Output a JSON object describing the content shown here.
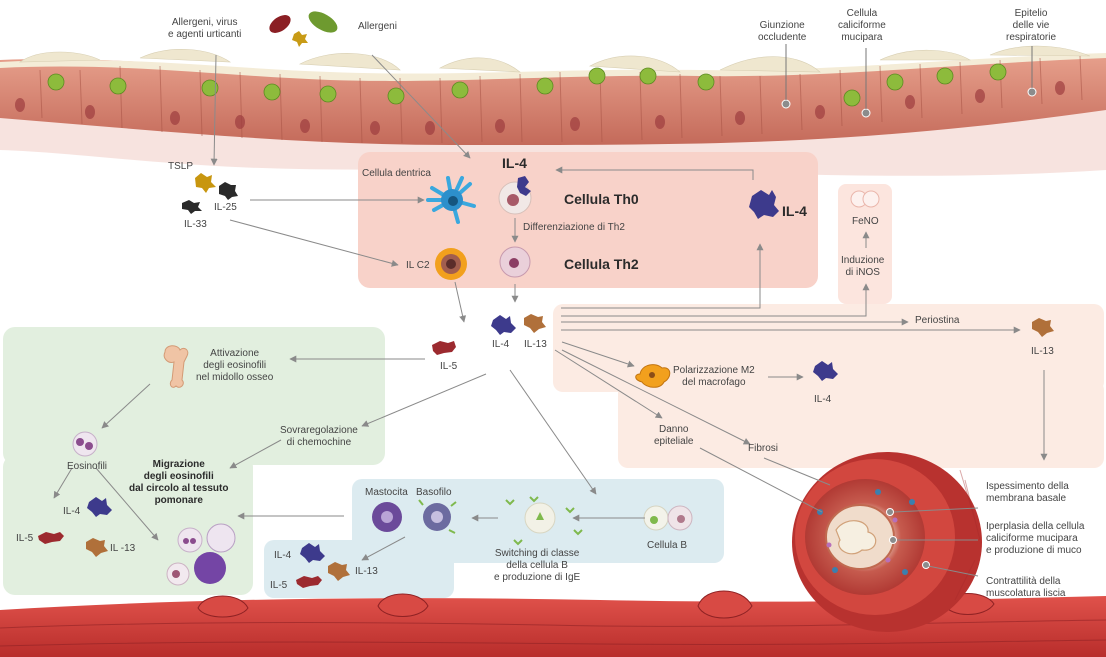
{
  "labels": {
    "allergens_irritants": "Allergeni, virus\ne agenti urticanti",
    "allergens": "Allergeni",
    "tight_junction": "Giunzione\noccludente",
    "goblet_cell": "Cellula\ncaliciforme\nmucipara",
    "airway_epithelium": "Epitelio\ndelle vie\nrespiratorie",
    "tslp": "TSLP",
    "il25": "IL-25",
    "il33": "IL-33",
    "dendritic_cell": "Cellula dentrica",
    "il4_top": "IL-4",
    "th0": "Cellula Th0",
    "th2_diff": "Differenziazione di Th2",
    "th2": "Cellula Th2",
    "il4_right": "IL-4",
    "ilc2": "IL C2",
    "feno": "FeNO",
    "inos": "Induzione\ndi iNOS",
    "periostin": "Periostina",
    "il13_right": "IL-13",
    "il4_center": "IL-4",
    "il13_center": "IL-13",
    "il5_center": "IL-5",
    "m2": "Polarizzazione M2\ndel macrofago",
    "il4_m2": "IL-4",
    "epithelial_damage": "Danno\nepiteliale",
    "fibrosis": "Fibrosi",
    "eos_activation": "Attivazione\ndegli eosinofili\nnel midollo osseo",
    "chemokine": "Sovraregolazione\ndi chemochine",
    "eosinophils": "Eosinofili",
    "migration": "Migrazione\ndegli eosinofili\ndal circolo al tessuto\npomonare",
    "il4_eos": "IL-4",
    "il5_eos": "IL-5",
    "il13_eos": "IL -13",
    "mast_cell": "Mastocita",
    "basophil": "Basofilo",
    "bcell_switch": "Switching di classe\ndella cellula B\ne produzione di IgE",
    "bcell": "Cellula B",
    "il4_mast": "IL-4",
    "il13_mast": "IL-13",
    "il5_mast": "IL-5",
    "basement_membrane": "Ispessimento della\nmembrana basale",
    "goblet_hyperplasia": "Iperplasia della cellula\ncaliciforme mucipara\ne produzione di muco",
    "smooth_muscle": "Contrattilità della\nmuscolatura liscia"
  },
  "colors": {
    "th_panel": "#f8d2c9",
    "green_panel": "#e2efdf",
    "blue_panel": "#dcebf0",
    "peach_panel": "#fcebe3",
    "epithelium": "#d9806e",
    "vessel": "#cf3a37",
    "il4_purple": "#3d3a8c",
    "il13_brown": "#b0703a",
    "il5_red": "#9c2a2f"
  }
}
